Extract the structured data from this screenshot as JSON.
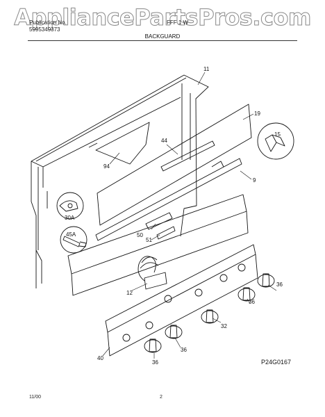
{
  "watermark": "AppliancePartsPros.com",
  "header": {
    "left_line1": "Publication No.",
    "left_line2": "5995349373",
    "model": "FFF 1    W",
    "section_title": "BACKGUARD"
  },
  "callouts": {
    "c11": "11",
    "c19": "19",
    "c15": "15",
    "c44": "44",
    "c94": "94",
    "c9": "9",
    "c30a": "30A",
    "c45a": "45A",
    "c50": "50",
    "c51": "51",
    "c12": "12",
    "c36a": "36",
    "c36b": "36",
    "c32": "32",
    "c36c": "36",
    "c36d": "36",
    "c40": "40"
  },
  "drawing_code": "P24G0167",
  "footer": {
    "date": "11/00",
    "page": "2"
  }
}
